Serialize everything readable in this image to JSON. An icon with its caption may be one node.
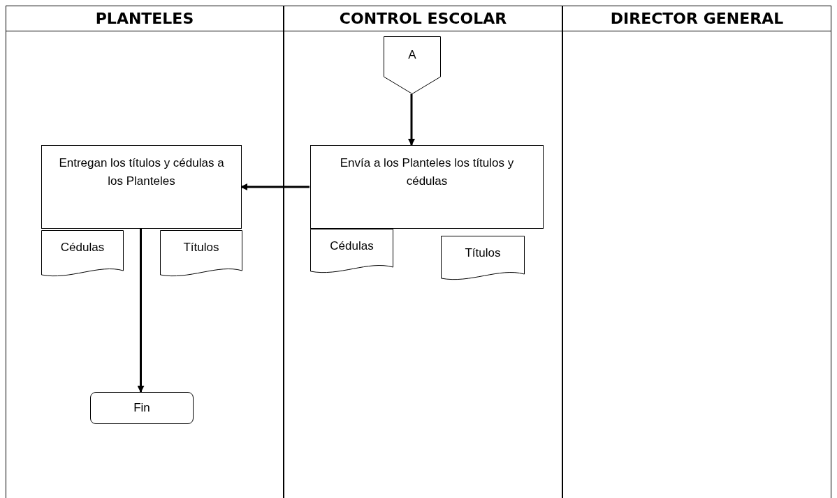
{
  "diagram": {
    "nodes": [
      {
        "text": [
          "PLANTELES"
        ]
      },
      {
        "text": [
          "CONTROL ESCOLAR"
        ]
      },
      {
        "text": [
          "DIRECTOR GENERAL"
        ]
      },
      {
        "text": [
          "A"
        ],
        "in": 1
      },
      {
        "text": [
          "Envía a los Planteles los títulos y cédulas"
        ],
        "in": 1
      },
      {
        "text": [
          "Cédulas"
        ],
        "in": 1
      },
      {
        "text": [
          "Títulos"
        ],
        "in": 1
      },
      {
        "text": [
          "Entregan los títulos y cédulas a los Planteles"
        ],
        "in": 0
      },
      {
        "text": [
          "Cédulas"
        ],
        "in": 0
      },
      {
        "text": [
          "Títulos"
        ],
        "in": 0
      },
      {
        "text": [
          "Fin"
        ],
        "in": 0
      }
    ],
    "edges": [
      {
        "from": 3,
        "to": 4,
        "arrow": "to"
      },
      {
        "from": 4,
        "to": 7,
        "arrow": "to"
      },
      {
        "from": 7,
        "to": 10,
        "arrow": "to"
      }
    ]
  }
}
